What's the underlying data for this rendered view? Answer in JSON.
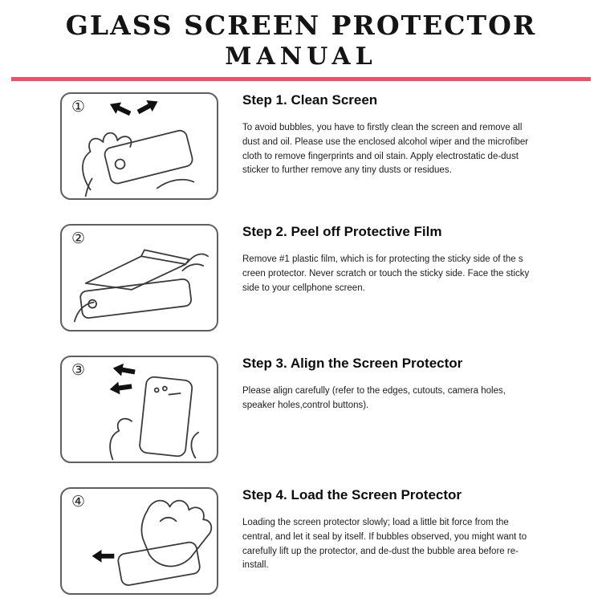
{
  "title": {
    "line1": "GLASS SCREEN PROTECTOR",
    "line2": "MANUAL"
  },
  "divider_color": "#f0506b",
  "steps": [
    {
      "number": "①",
      "heading": "Step 1. Clean Screen",
      "body": "To avoid bubbles, you have to firstly clean the screen and remove all dust and oil. Please use the enclosed alcohol wiper and the microfiber cloth to remove fingerprints and oil stain. Apply electrostatic de-dust sticker to further remove any tiny dusts or residues."
    },
    {
      "number": "②",
      "heading": "Step 2. Peel off Protective Film",
      "body": "Remove #1 plastic film, which is for protecting the sticky side of the s creen protector. Never scratch or touch the sticky side. Face the sticky side to your cellphone screen."
    },
    {
      "number": "③",
      "heading": "Step 3. Align the Screen Protector",
      "body": "Please align carefully (refer to the edges, cutouts, camera holes, speaker holes,control buttons)."
    },
    {
      "number": "④",
      "heading": "Step 4. Load the Screen Protector",
      "body": "Loading the screen protector slowly; load a little bit force from the central, and let it seal by itself. If bubbles observed, you might want to carefully lift up the protector, and de-dust the bubble area before re-install."
    }
  ]
}
